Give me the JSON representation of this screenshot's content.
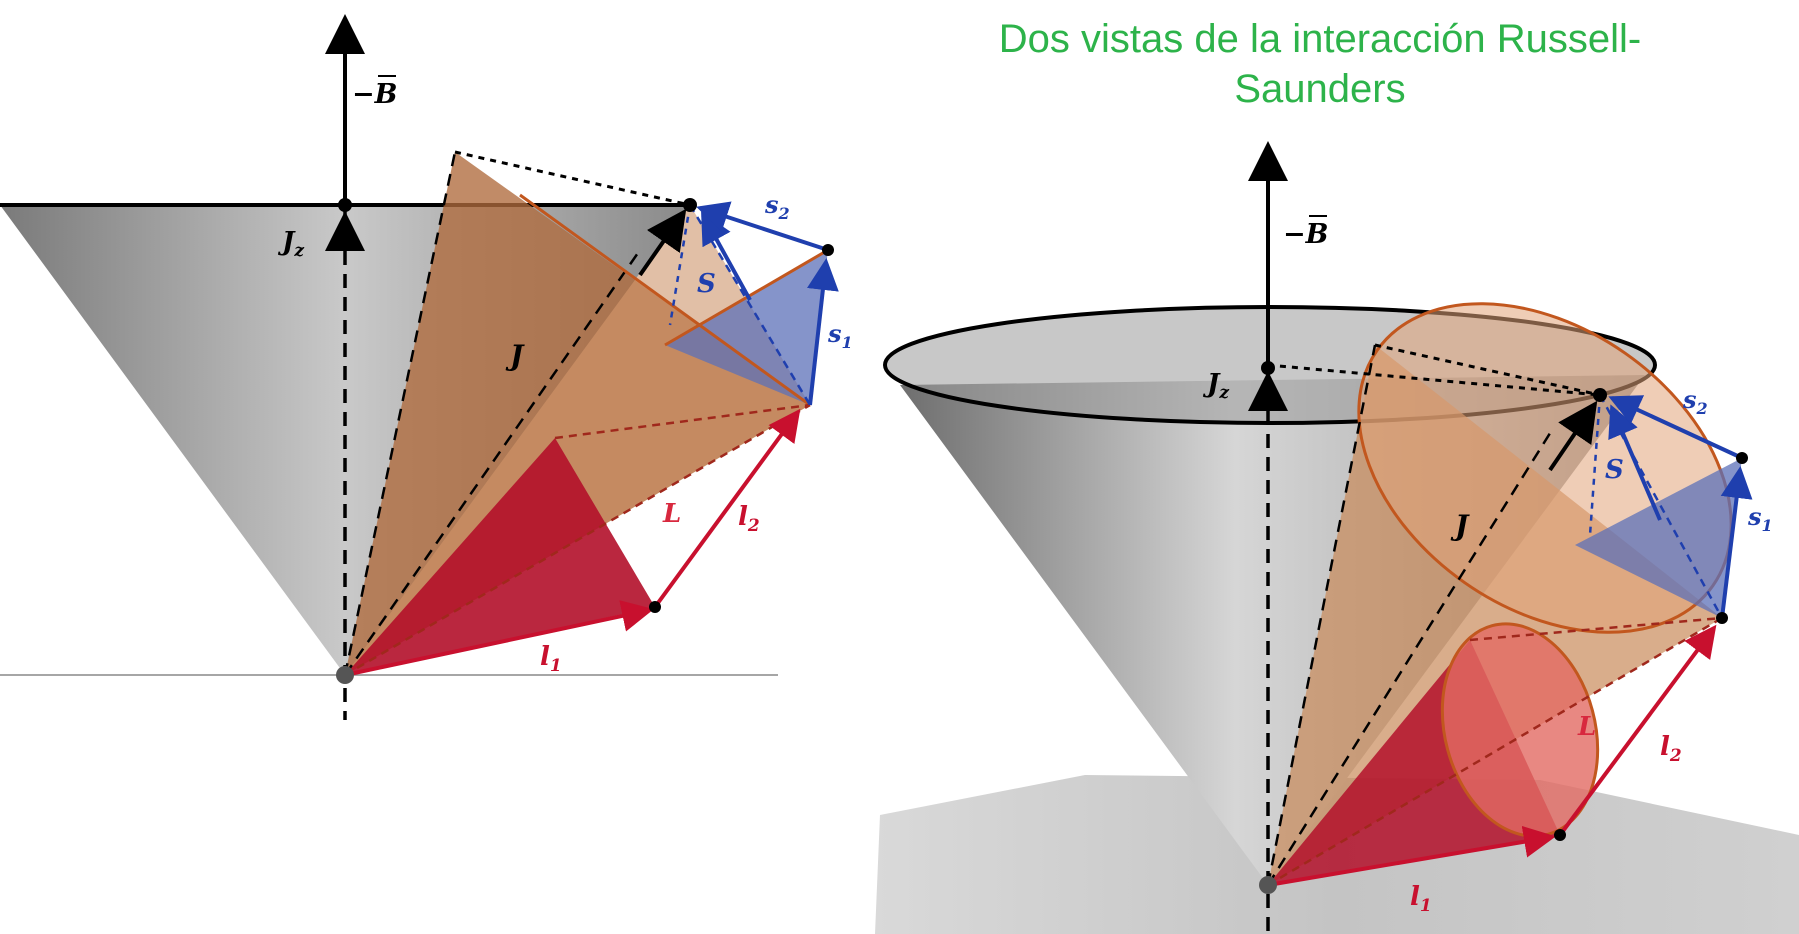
{
  "title": "Dos  vistas de la interacción Russell-Saunders",
  "labels": {
    "minus_b": "−B",
    "jz": "J",
    "jz_sub": "z",
    "s2": "s",
    "s2_sub": "2",
    "s1": "s",
    "s1_sub": "1",
    "S": "S",
    "J": "J",
    "L": "L",
    "l2": "l",
    "l2_sub": "2",
    "l1": "l",
    "l1_sub": "1"
  },
  "colors": {
    "title": "#2db34a",
    "spin": "#1f3fae",
    "orbital": "#c8102e",
    "cone": "#8c8c8c",
    "copper": "#b0683a"
  }
}
